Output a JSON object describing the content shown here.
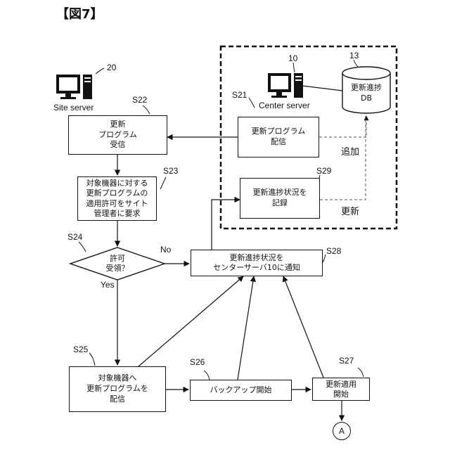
{
  "figure_title": "【図7】",
  "site_server": {
    "ref": "20",
    "label": "Site server"
  },
  "center_server": {
    "ref": "10",
    "label": "Center server"
  },
  "db": {
    "ref": "13",
    "line1": "更新進捗",
    "line2": "DB"
  },
  "steps": {
    "s21": {
      "id": "S21",
      "lines": [
        "更新プログラム",
        "配信"
      ]
    },
    "s22": {
      "id": "S22",
      "lines": [
        "更新",
        "プログラム",
        "受信"
      ]
    },
    "s23": {
      "id": "S23",
      "lines": [
        "対象機器に対する",
        "更新プログラムの",
        "適用許可をサイト",
        "管理者に要求"
      ]
    },
    "s24": {
      "id": "S24",
      "lines": [
        "許可",
        "受領？"
      ]
    },
    "s25": {
      "id": "S25",
      "lines": [
        "対象機器へ",
        "更新プログラムを",
        "配信"
      ]
    },
    "s26": {
      "id": "S26",
      "lines": [
        "バックアップ開始"
      ]
    },
    "s27": {
      "id": "S27",
      "lines": [
        "更新適用",
        "開始"
      ]
    },
    "s28": {
      "id": "S28",
      "lines": [
        "更新進捗状況を",
        "センターサーバ10に通知"
      ]
    },
    "s29": {
      "id": "S29",
      "lines": [
        "更新進捗状況を",
        "記録"
      ]
    }
  },
  "edge_labels": {
    "no": "No",
    "yes": "Yes",
    "add": "追加",
    "update": "更新"
  },
  "connector": "A"
}
